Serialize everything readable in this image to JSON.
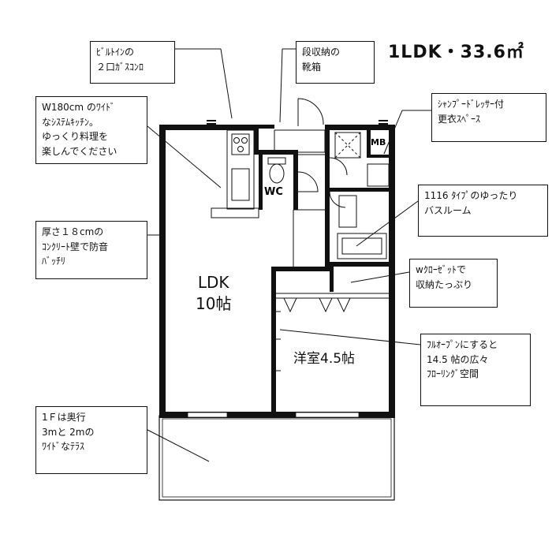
{
  "title": "1LDK・33.6㎡",
  "rooms": {
    "ldk_1": "LDK",
    "ldk_2": "10帖",
    "western": "洋室4.5帖",
    "wc": "WC",
    "mb": "MB"
  },
  "notes": {
    "stove_1": "ﾋﾞﾙﾄｲﾝの",
    "stove_2": "２口ｶﾞｽｺﾝﾛ",
    "shoe_1": "段収納の",
    "shoe_2": "靴箱",
    "kitchen_1": "W180cm のﾜｲﾄﾞ",
    "kitchen_2": "なｼｽﾃﾑｷｯﾁﾝ。",
    "kitchen_3": "ゆっくり料理を",
    "kitchen_4": "楽しんでください",
    "shampoo_1": "ｼｬﾝﾌﾟｰﾄﾞﾚｯｻｰ付",
    "shampoo_2": "更衣ｽﾍﾟｰｽ",
    "bath_1": "1116 ﾀｲﾌﾟのゆったり",
    "bath_2": "バスルーム",
    "wall_1": "厚さ１８cmの",
    "wall_2": "ｺﾝｸﾘｰﾄ壁で防音",
    "wall_3": "ﾊﾞｯﾁﾘ",
    "closet_1": "wｸﾛｰｾﾞｯﾄで",
    "closet_2": "収納たっぷり",
    "open_1": "ﾌﾙｵｰﾌﾟﾝにすると",
    "open_2": "14.5 帖の広々",
    "open_3": "ﾌﾛｰﾘﾝｸﾞ空間",
    "terrace_1": "1Ｆは奥行",
    "terrace_2": "3mと 2mの",
    "terrace_3": "ﾜｲﾄﾞなﾃﾗｽ"
  }
}
